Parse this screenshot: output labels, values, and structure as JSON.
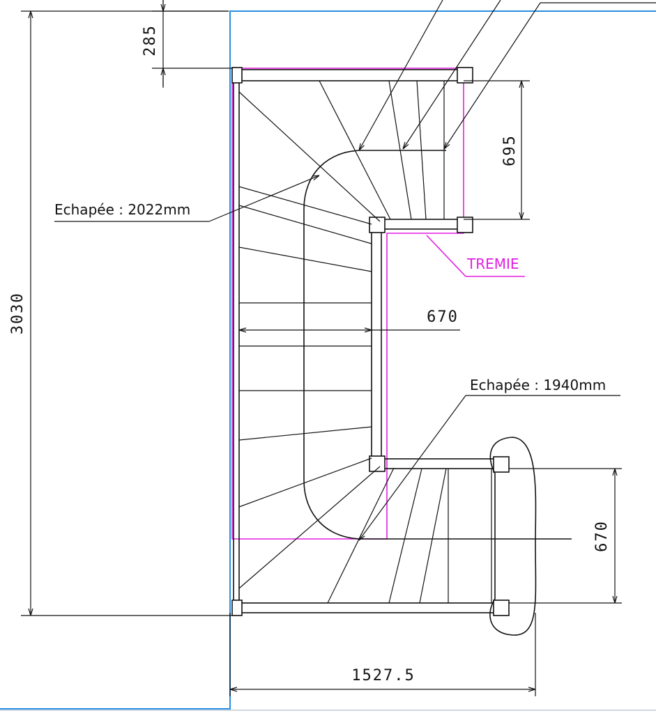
{
  "dimensions": {
    "top_offset": "285",
    "total_height": "3030",
    "upper_flight": "695",
    "landing_width": "670",
    "lower_flight": "670",
    "total_width": "1527.5"
  },
  "annotations": {
    "echappee_upper": "Echapée : 2022mm",
    "echappee_lower": "Echapée : 1940mm",
    "tremie": "TREMIE"
  },
  "colors": {
    "wall": "#2a8de0",
    "tremie": "#e21ee0",
    "lines": "#111111"
  }
}
